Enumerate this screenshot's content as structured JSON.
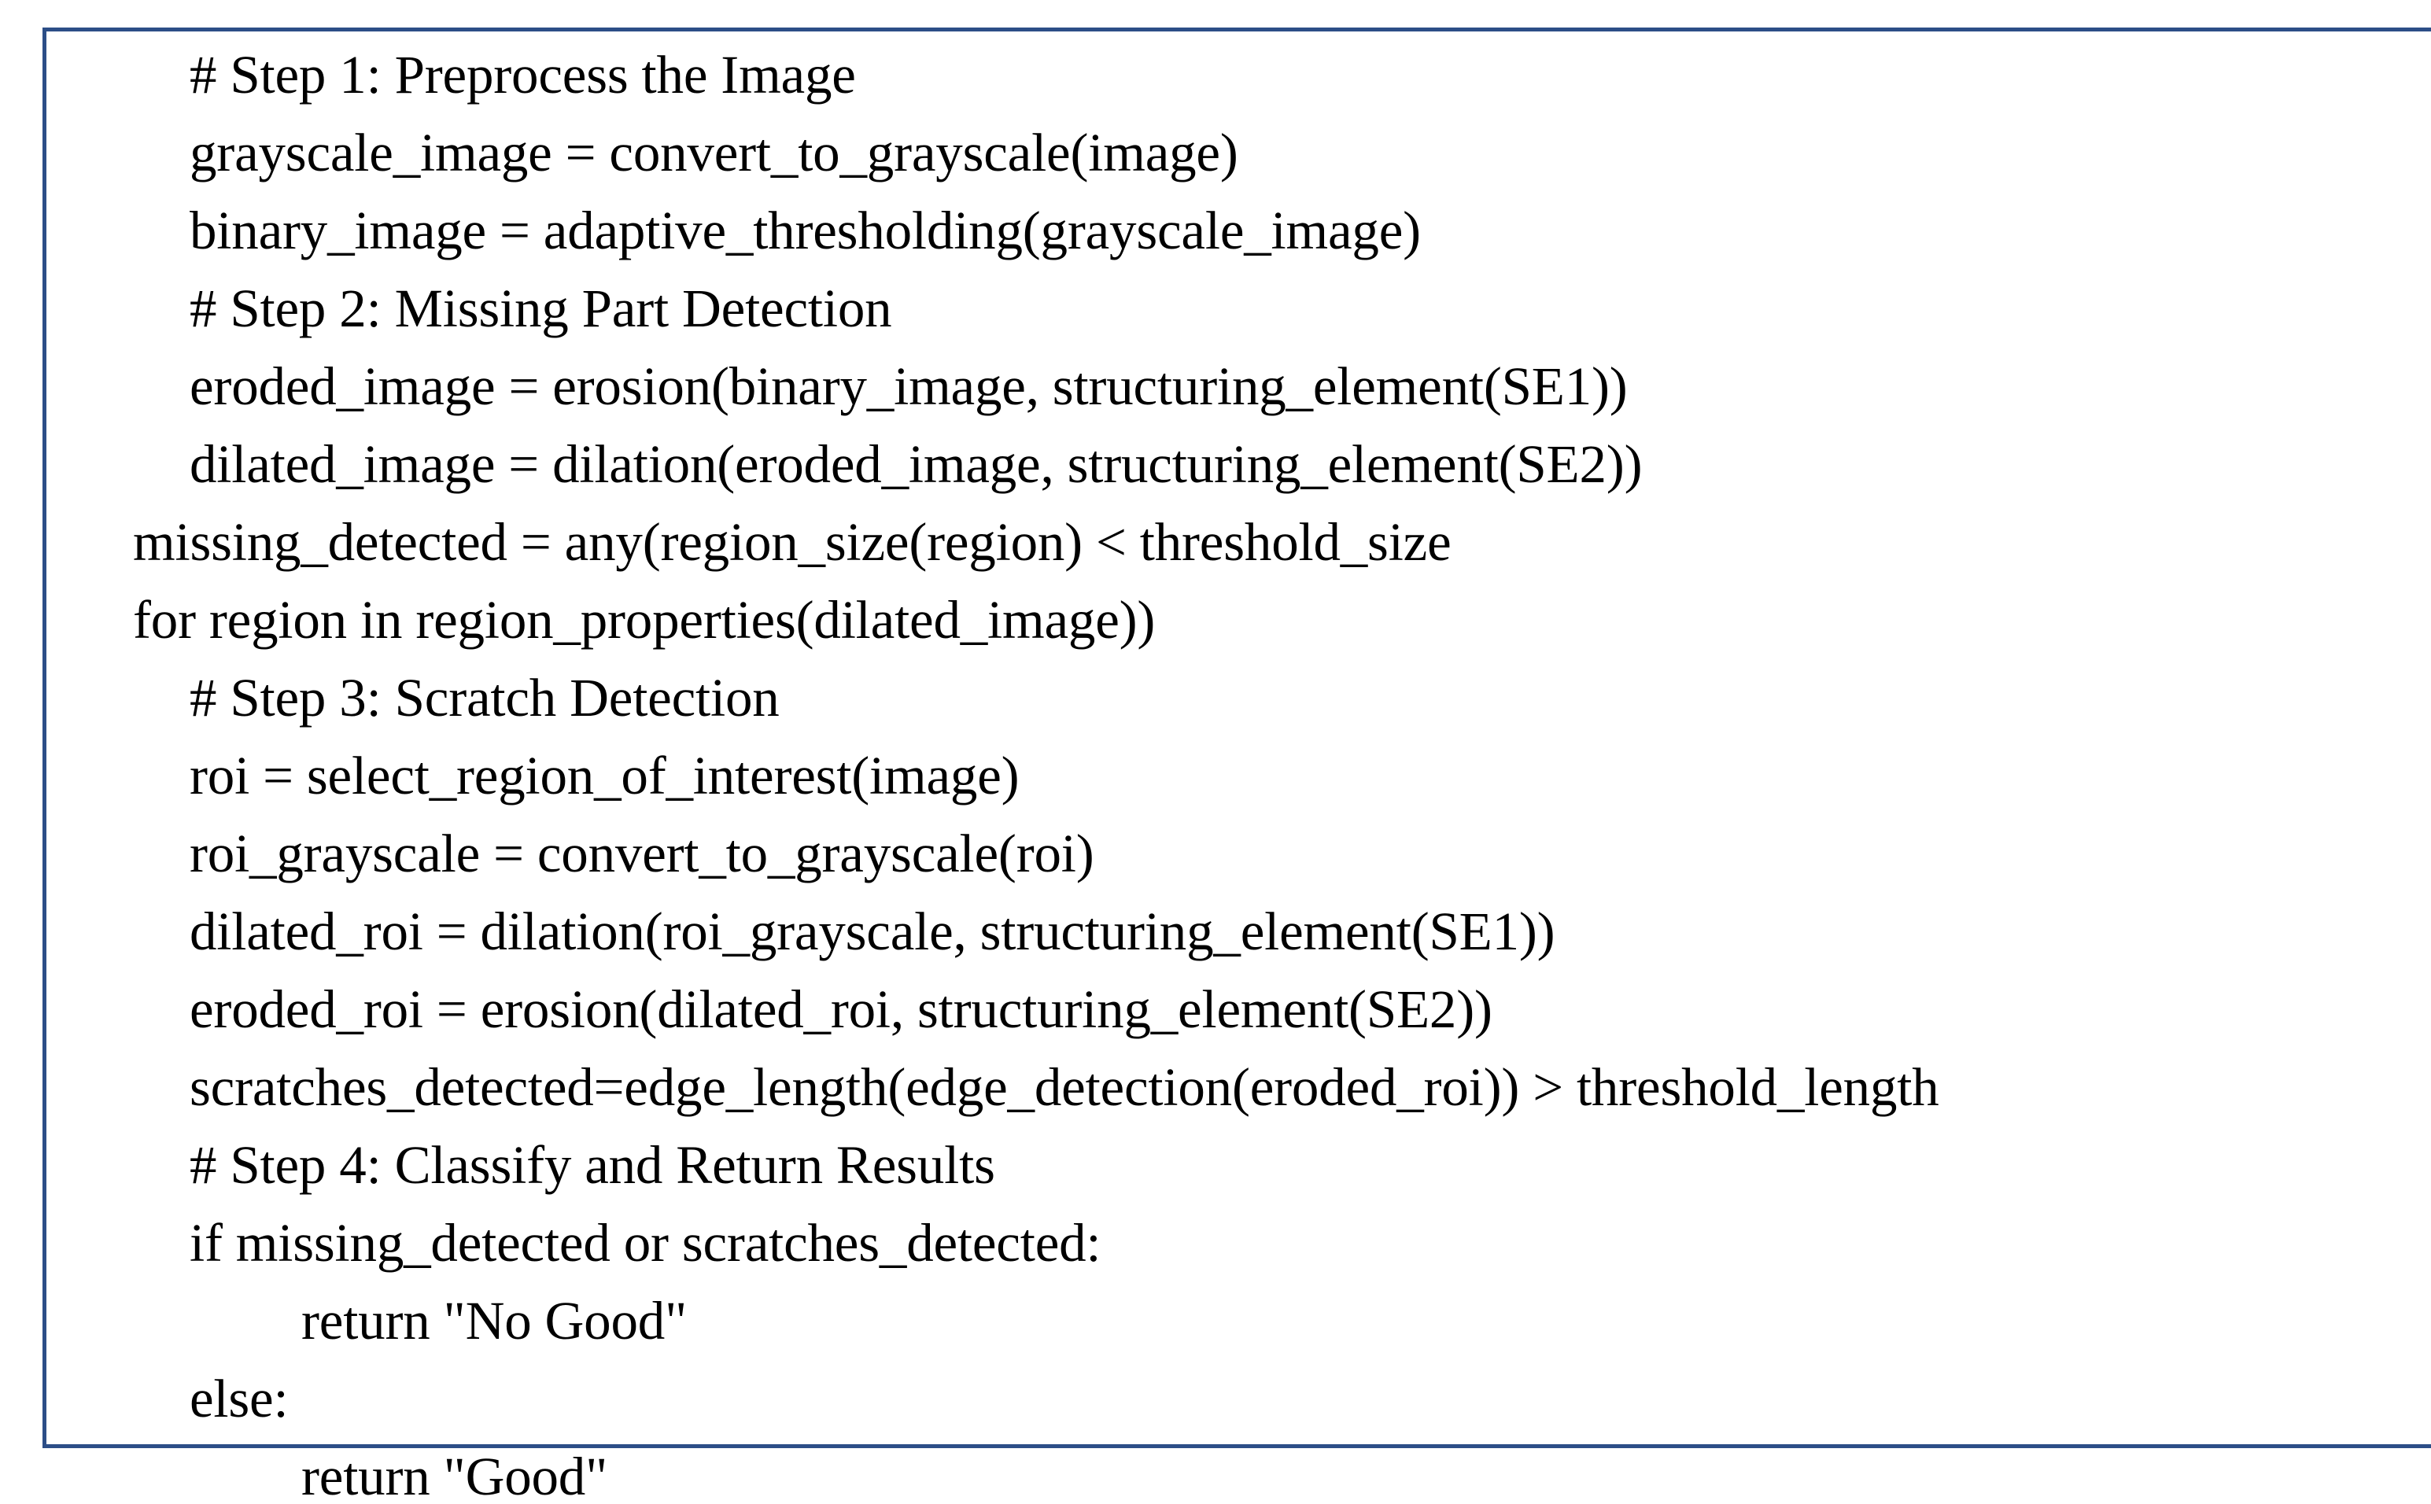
{
  "document": {
    "kind": "code-listing",
    "language": "pseudocode",
    "border_color": "#2c4e87",
    "background_color": "#ffffff",
    "text_color": "#000000"
  },
  "code": {
    "lines": [
      {
        "text": "# Step 1: Preprocess the Image",
        "indent": 1
      },
      {
        "text": "grayscale_image = convert_to_grayscale(image)",
        "indent": 1
      },
      {
        "text": "binary_image = adaptive_thresholding(grayscale_image)",
        "indent": 1
      },
      {
        "text": "# Step 2: Missing Part Detection",
        "indent": 1
      },
      {
        "text": "eroded_image = erosion(binary_image, structuring_element(SE1))",
        "indent": 1
      },
      {
        "text": "dilated_image = dilation(eroded_image, structuring_element(SE2))",
        "indent": 1
      },
      {
        "text": "missing_detected = any(region_size(region) < threshold_size",
        "indent": 0
      },
      {
        "text": "for region in region_properties(dilated_image))",
        "indent": 0
      },
      {
        "text": "# Step 3: Scratch Detection",
        "indent": 1
      },
      {
        "text": "roi = select_region_of_interest(image)",
        "indent": 1
      },
      {
        "text": "roi_grayscale = convert_to_grayscale(roi)",
        "indent": 1
      },
      {
        "text": "dilated_roi = dilation(roi_grayscale, structuring_element(SE1))",
        "indent": 1
      },
      {
        "text": "eroded_roi = erosion(dilated_roi, structuring_element(SE2))",
        "indent": 1
      },
      {
        "text": "scratches_detected=edge_length(edge_detection(eroded_roi)) > threshold_length",
        "indent": 1
      },
      {
        "text": "# Step 4: Classify and Return Results",
        "indent": 1
      },
      {
        "text": "if missing_detected or scratches_detected:",
        "indent": 1
      },
      {
        "text": "return \"No Good\"",
        "indent": 2
      },
      {
        "text": "else:",
        "indent": 1
      },
      {
        "text": "return \"Good\"",
        "indent": 2
      }
    ]
  }
}
